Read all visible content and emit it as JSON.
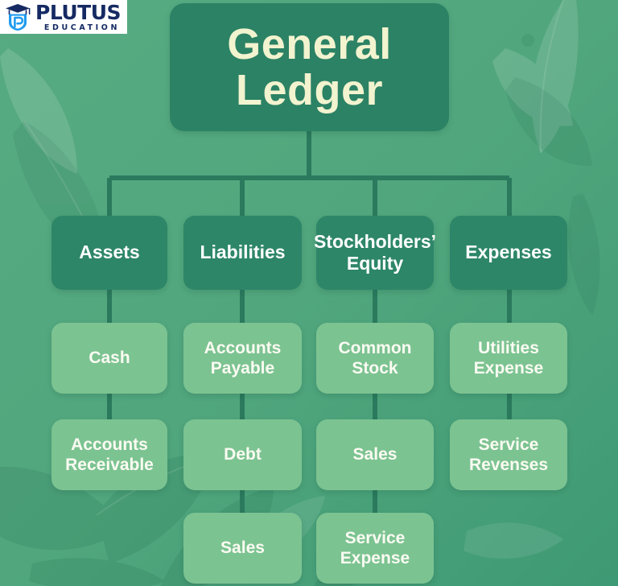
{
  "brand": {
    "logo_icon": "graduation-cap-shield-icon",
    "primary_text": "PLUTUS",
    "secondary_text": "EDUCATION"
  },
  "colors": {
    "background": "#52a87f",
    "root_box": "#2c8265",
    "level1_box": "#2d8668",
    "leaf_box": "#7cc392",
    "connector": "#2b7a5e",
    "root_text": "#f2f3cf",
    "box_text": "#ffffff",
    "logo_navy": "#152a63",
    "logo_blue": "#1f9cf0"
  },
  "chart_data": {
    "type": "diagram",
    "title": "General Ledger",
    "root": {
      "label": "General Ledger"
    },
    "columns": [
      {
        "id": "assets",
        "heading": "Assets",
        "children": [
          "Cash",
          "Accounts\nReceivable"
        ]
      },
      {
        "id": "liabilities",
        "heading": "Liabilities",
        "children": [
          "Accounts\nPayable",
          "Debt",
          "Sales"
        ]
      },
      {
        "id": "stockholders-equity",
        "heading": "Stockholders’\nEquity",
        "children": [
          "Common\nStock",
          "Sales",
          "Service\nExpense"
        ]
      },
      {
        "id": "expenses",
        "heading": "Expenses",
        "children": [
          "Utilities\nExpense",
          "Service\nRevenses"
        ]
      }
    ]
  },
  "nodes": {
    "root": "General Ledger",
    "assets": "Assets",
    "liabilities": "Liabilities",
    "equity": "Stockholders’\nEquity",
    "expenses": "Expenses",
    "cash": "Cash",
    "accounts_payable": "Accounts\nPayable",
    "common_stock": "Common\nStock",
    "utilities_expense": "Utilities\nExpense",
    "accounts_receivable": "Accounts\nReceivable",
    "debt": "Debt",
    "sales_equity": "Sales",
    "service_revenses": "Service\nRevenses",
    "sales_liabilities": "Sales",
    "service_expense": "Service\nExpense"
  }
}
